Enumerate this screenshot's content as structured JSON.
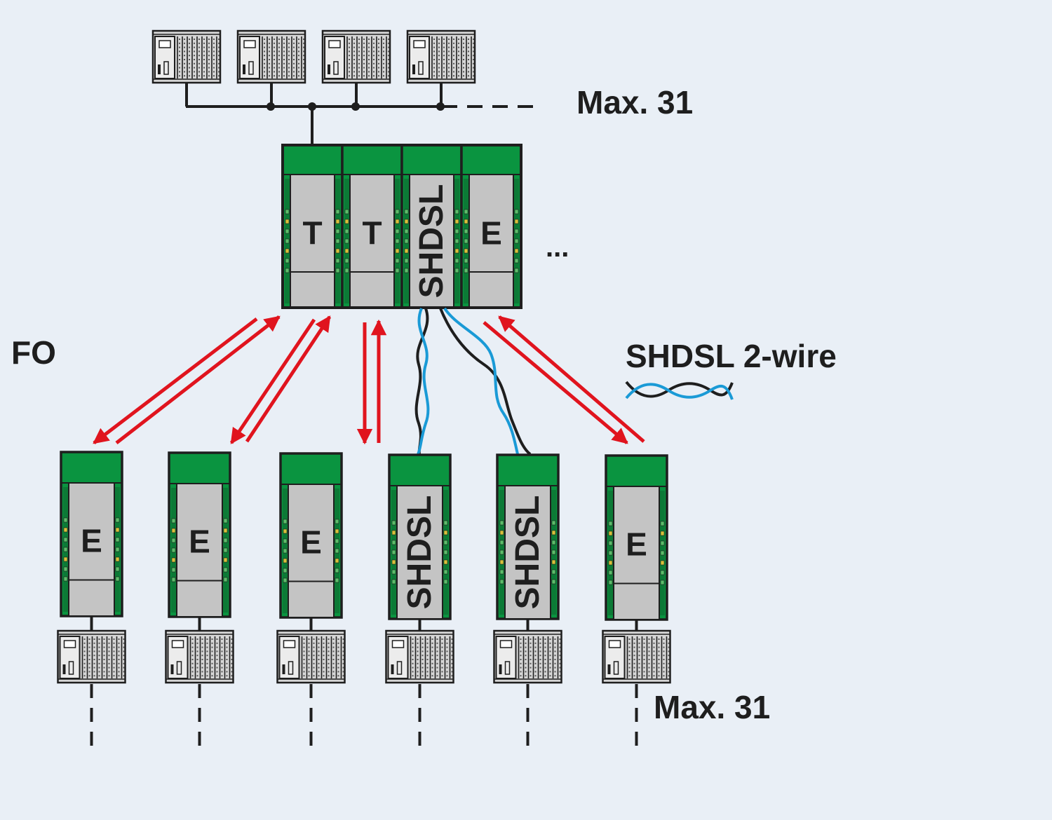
{
  "labels": {
    "top_max": "Max. 31",
    "bottom_max": "Max. 31",
    "fo": "FO",
    "shdsl_2wire": "SHDSL 2-wire",
    "ellipsis": "..."
  },
  "colors": {
    "background": "#e9eff6",
    "module_green": "#0a9440",
    "module_face": "#c4c4c4",
    "fiber_arrow": "#e0141e",
    "wire_black": "#1e1e1e",
    "wire_blue": "#1a9ad6"
  },
  "head_station": {
    "modules": [
      {
        "label": "T",
        "vertical": false
      },
      {
        "label": "T",
        "vertical": false
      },
      {
        "label": "SHDSL",
        "vertical": true
      },
      {
        "label": "E",
        "vertical": false
      }
    ]
  },
  "remote_modules": [
    {
      "label": "E",
      "vertical": false
    },
    {
      "label": "E",
      "vertical": false
    },
    {
      "label": "E",
      "vertical": false
    },
    {
      "label": "SHDSL",
      "vertical": true
    },
    {
      "label": "SHDSL",
      "vertical": true
    },
    {
      "label": "E",
      "vertical": false
    }
  ],
  "icons": {
    "controller": "plc-controller-icon",
    "twisted_pair": "twisted-pair-icon"
  }
}
